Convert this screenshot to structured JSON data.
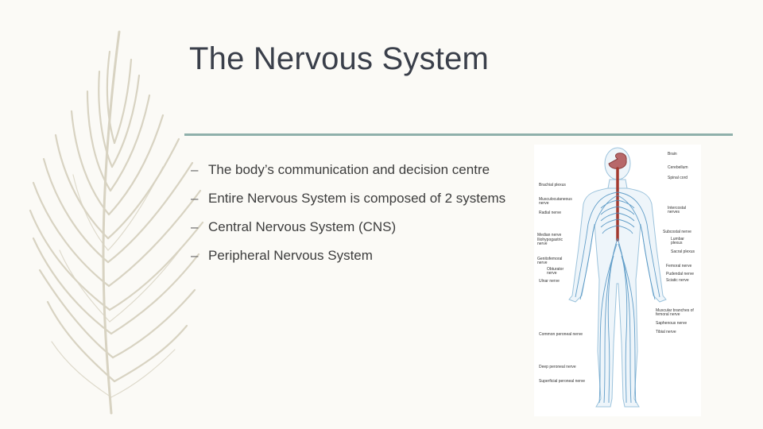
{
  "slide": {
    "title": "The Nervous System",
    "bullets": [
      {
        "marker": "–",
        "text": "The body’s communication and decision centre"
      },
      {
        "marker": "–",
        "text": "Entire Nervous System is composed of 2 systems"
      },
      {
        "marker": "–",
        "text": "Central Nervous System (CNS)"
      },
      {
        "marker": "–",
        "text": "Peripheral Nervous System"
      }
    ]
  },
  "figure": {
    "labels_right": [
      "Brain",
      "Cerebellum",
      "Spinal cord",
      "Intercostal nerves",
      "Subcostal nerve",
      "Lumbar plexus",
      "Sacral plexus",
      "Femoral nerve",
      "Pudendal nerve",
      "Sciatic nerve",
      "Muscular branches of femoral nerve",
      "Saphenous nerve",
      "Tibial nerve"
    ],
    "labels_left": [
      "Brachial plexus",
      "Musculocutaneous nerve",
      "Radial nerve",
      "Median nerve",
      "Iliohypogastric nerve",
      "Genitofemoral nerve",
      "Obturator nerve",
      "Ulnar nerve",
      "Common peroneal nerve",
      "Deep peroneal nerve",
      "Superficial peroneal nerve"
    ]
  },
  "colors": {
    "accent_rule": "#8fb0ab",
    "nerve": "#4a8fc0",
    "spinal_cord": "#a33a30",
    "feather": "#d8d3c2"
  }
}
